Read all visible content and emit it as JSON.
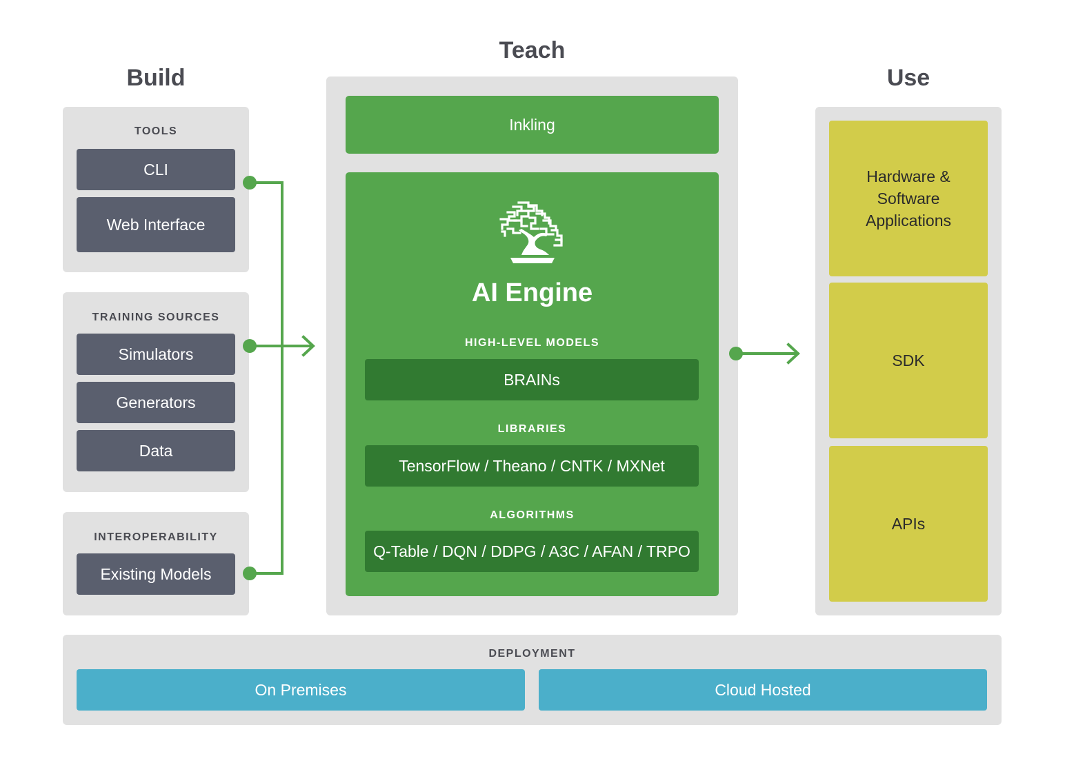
{
  "build": {
    "heading": "Build",
    "groups": [
      {
        "caption": "TOOLS",
        "items": [
          "CLI",
          "Web Interface"
        ]
      },
      {
        "caption": "TRAINING SOURCES",
        "items": [
          "Simulators",
          "Generators",
          "Data"
        ]
      },
      {
        "caption": "INTEROPERABILITY",
        "items": [
          "Existing Models"
        ]
      }
    ]
  },
  "teach": {
    "heading": "Teach",
    "inkling": "Inkling",
    "engine": {
      "logo_icon": "bonsai-tree-icon",
      "title": "AI Engine",
      "sections": [
        {
          "caption": "HIGH-LEVEL MODELS",
          "content": "BRAINs"
        },
        {
          "caption": "LIBRARIES",
          "content": "TensorFlow / Theano / CNTK / MXNet"
        },
        {
          "caption": "ALGORITHMS",
          "content": "Q-Table / DQN / DDPG / A3C / AFAN / TRPO"
        }
      ]
    }
  },
  "use": {
    "heading": "Use",
    "items": [
      "Hardware & Software Applications",
      "SDK",
      "APIs"
    ]
  },
  "deployment": {
    "caption": "DEPLOYMENT",
    "options": [
      "On Premises",
      "Cloud Hosted"
    ]
  },
  "colors": {
    "panel": "#e1e1e1",
    "slate": "#5a5f6e",
    "green": "#55a64d",
    "dark_green": "#317a31",
    "olive": "#d2cc4a",
    "blue": "#4bafca",
    "heading": "#4a4b52"
  }
}
